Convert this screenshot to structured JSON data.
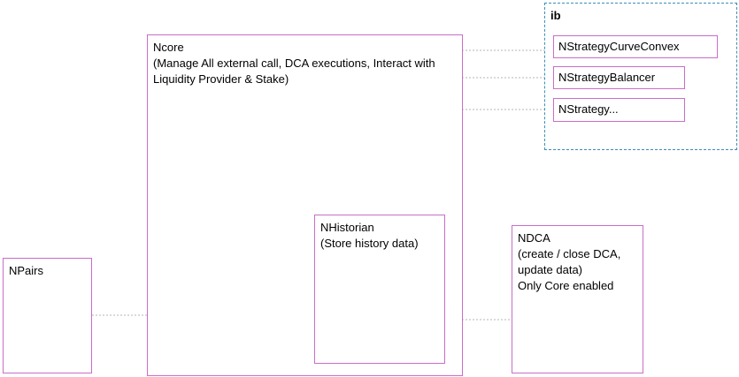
{
  "group": {
    "label": "ib"
  },
  "nodes": {
    "ncore": "Ncore\n(Manage All external call, DCA executions, Interact with Liquidity Provider & Stake)",
    "nhistorian": "NHistorian\n(Store history data)",
    "npairs": "NPairs",
    "ndca": "NDCA\n(create / close DCA, update data)\nOnly Core enabled",
    "strategy_curve_convex": "NStrategyCurveConvex",
    "strategy_balancer": "NStrategyBalancer",
    "strategy_other": "NStrategy..."
  },
  "colors": {
    "node_border": "#c86ec8",
    "group_border": "#3a8fb5",
    "connector": "#b4b4b4"
  }
}
